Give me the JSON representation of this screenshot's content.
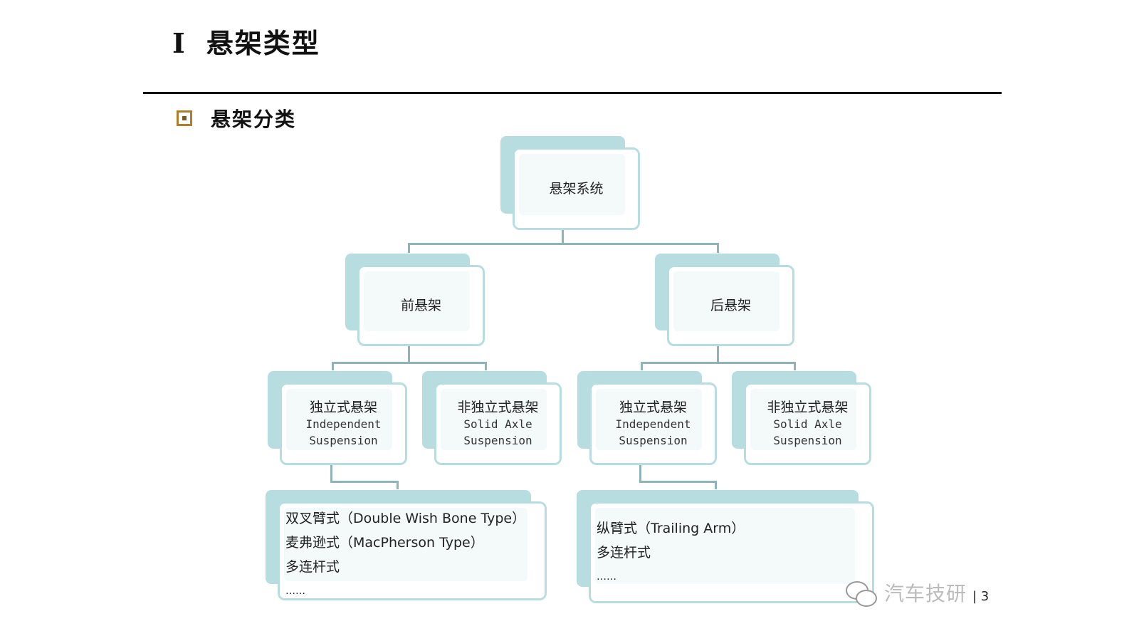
{
  "header": {
    "numeral": "I",
    "title": "悬架类型"
  },
  "section": {
    "label": "悬架分类"
  },
  "tree": {
    "root": {
      "label": "悬架系统"
    },
    "front": {
      "label": "前悬架",
      "independent": {
        "label": "独立式悬架",
        "en_line1": "Independent",
        "en_line2": "Suspension"
      },
      "solid": {
        "label": "非独立式悬架",
        "en_line1": "Solid Axle",
        "en_line2": "Suspension"
      },
      "types": [
        "双叉臂式（Double Wish Bone Type）",
        "麦弗逊式（MacPherson Type）",
        "多连杆式",
        "……"
      ]
    },
    "rear": {
      "label": "后悬架",
      "independent": {
        "label": "独立式悬架",
        "en_line1": "Independent",
        "en_line2": "Suspension"
      },
      "solid": {
        "label": "非独立式悬架",
        "en_line1": "Solid Axle",
        "en_line2": "Suspension"
      },
      "types": [
        "纵臂式（Trailing Arm）",
        "多连杆式",
        "……"
      ]
    }
  },
  "footer": {
    "brand": "汽车技研",
    "page": "| 3"
  },
  "colors": {
    "box_shadow": "#b8dde0",
    "connector": "#8fb4b8",
    "icon_accent": "#b07d2b"
  }
}
